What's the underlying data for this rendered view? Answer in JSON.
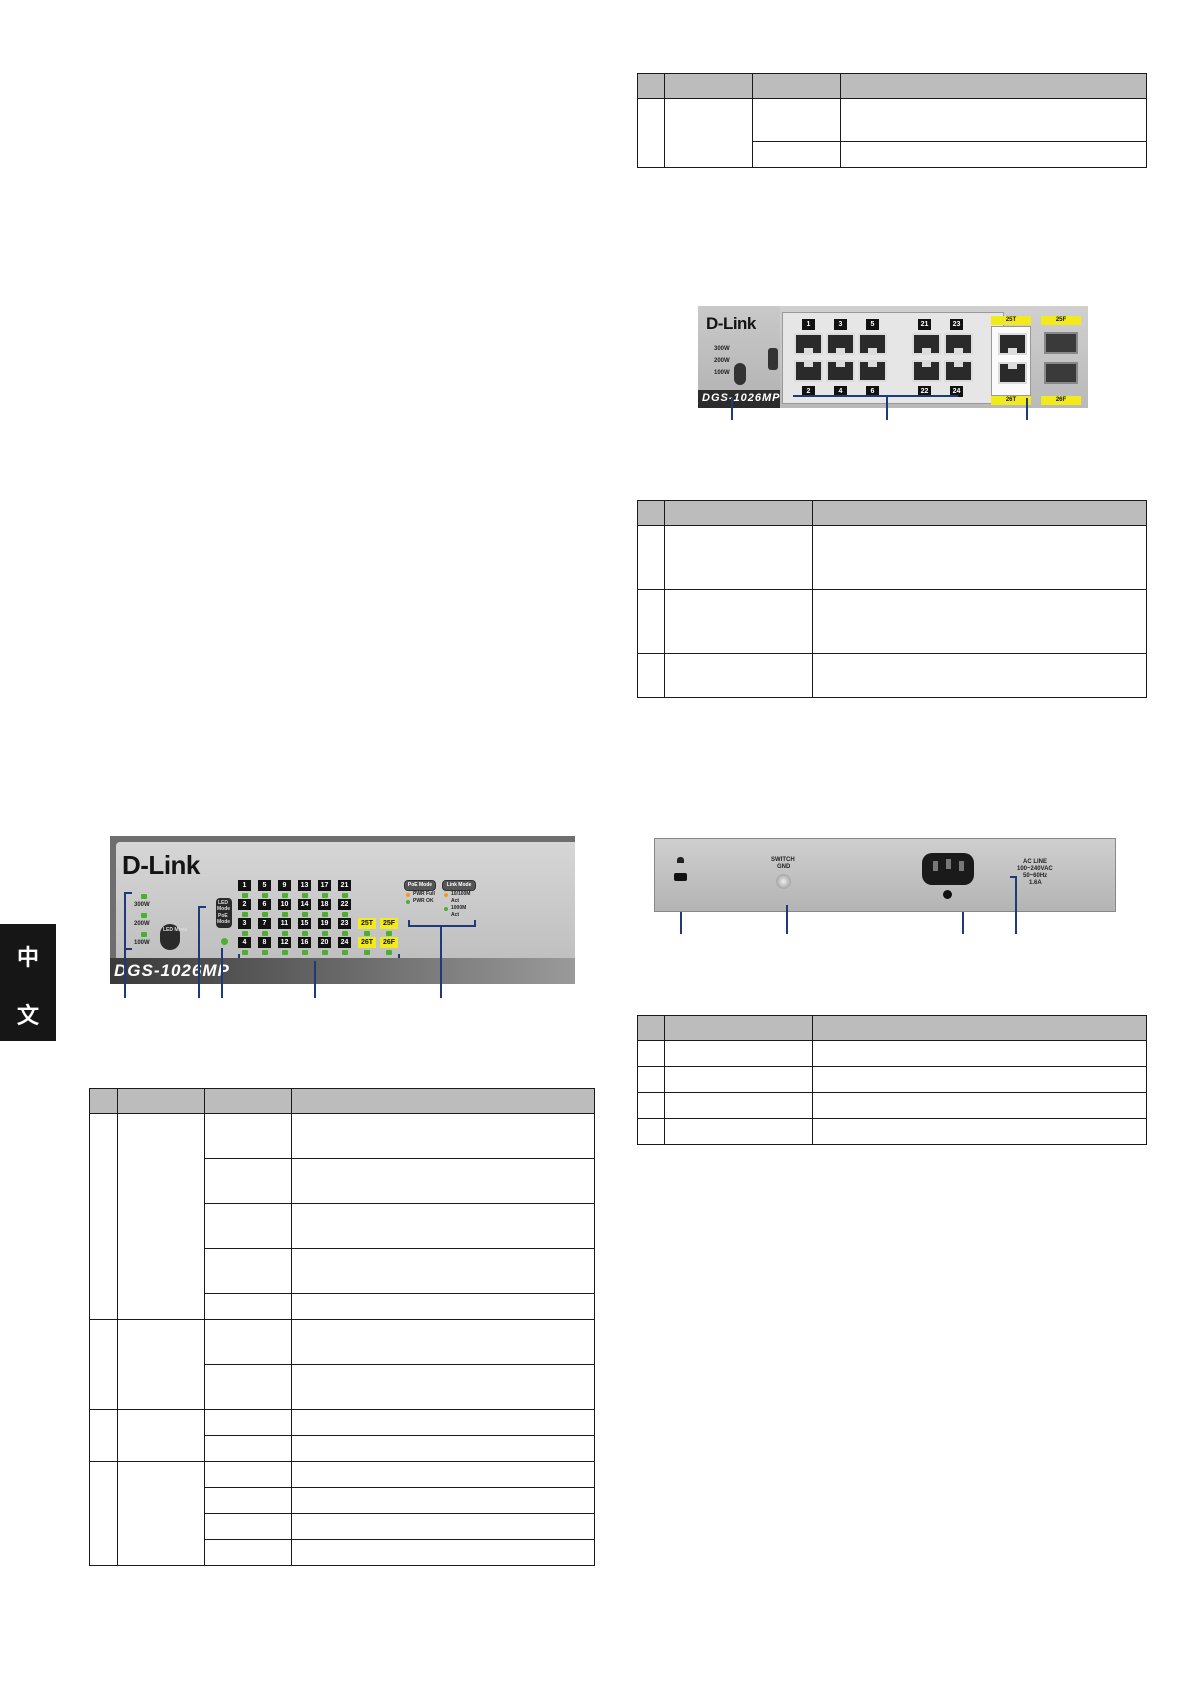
{
  "language_tab": {
    "char1": "中",
    "char2": "文"
  },
  "front_panel": {
    "brand": "D-Link",
    "model": "DGS-1026MP",
    "power_levels": [
      "300W",
      "200W",
      "100W"
    ],
    "led_mode_button": "LED Mode",
    "led_mode_labels": [
      "LED",
      "Mode",
      "PoE",
      "Mode"
    ],
    "port_numbers_row1": [
      "1",
      "5",
      "9",
      "13",
      "17",
      "21"
    ],
    "port_numbers_row2": [
      "2",
      "6",
      "10",
      "14",
      "18",
      "22"
    ],
    "port_numbers_row3": [
      "3",
      "7",
      "11",
      "15",
      "19",
      "23"
    ],
    "port_numbers_row4": [
      "4",
      "8",
      "12",
      "16",
      "20",
      "24"
    ],
    "combo_ports_top": [
      "25T",
      "25F"
    ],
    "combo_ports_bottom": [
      "26T",
      "26F"
    ],
    "poe_mode_title": "PoE Mode",
    "poe_mode_items": [
      "PWR Full",
      "PWR OK"
    ],
    "link_mode_title": "Link Mode",
    "link_mode_items": [
      "10/100M",
      "Act",
      "1000M",
      "Act"
    ]
  },
  "port_closeup": {
    "brand": "D-Link",
    "model": "DGS-1026MP",
    "power_levels": [
      "300W",
      "200W",
      "100W"
    ],
    "top_port_labels": [
      "1",
      "3",
      "5",
      "21",
      "23"
    ],
    "bottom_port_labels": [
      "2",
      "4",
      "6",
      "22",
      "24"
    ],
    "combo_labels_top": [
      "25T",
      "25F"
    ],
    "combo_labels_bottom": [
      "26T",
      "26F"
    ]
  },
  "rear_panel": {
    "switch_gnd": [
      "SWITCH",
      "GND"
    ],
    "ac_line": [
      "AC LINE",
      "100~240VAC",
      "50~60Hz",
      "1.6A"
    ]
  }
}
